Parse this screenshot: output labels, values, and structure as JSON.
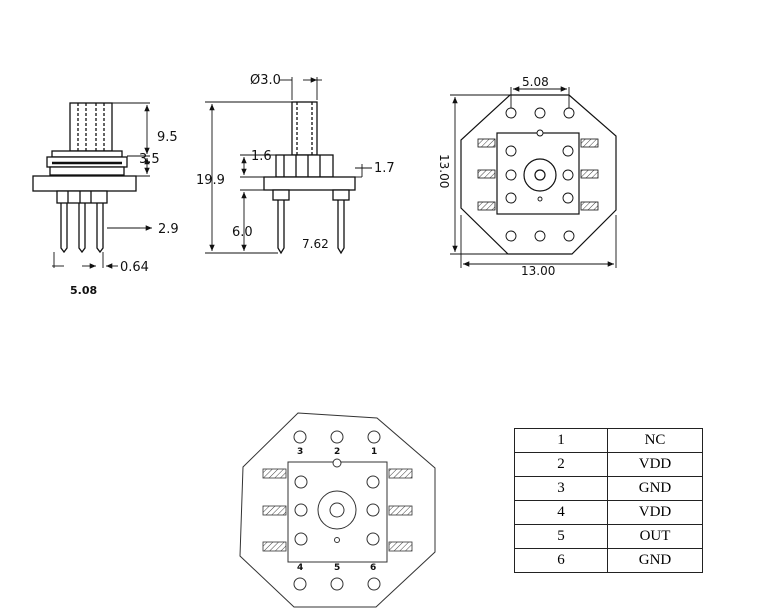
{
  "front_view": {
    "labels": {
      "d1": "9.5",
      "d2": "3.5",
      "d3": "2.9",
      "d4": "0.64",
      "d5": "5.08"
    }
  },
  "side_view": {
    "labels": {
      "dia": "Ø3.0",
      "d1": "1.6",
      "d2": "1.7",
      "d3": "19.9",
      "d4": "6.0",
      "d5": "7.62"
    }
  },
  "top_view": {
    "labels": {
      "top_pitch": "5.08",
      "height": "13.00",
      "width": "13.00"
    }
  },
  "pinout_view": {
    "pin_numbers": [
      "3",
      "2",
      "1",
      "4",
      "5",
      "6"
    ]
  },
  "pin_table": {
    "rows": [
      {
        "pin": "1",
        "function": "NC"
      },
      {
        "pin": "2",
        "function": "VDD"
      },
      {
        "pin": "3",
        "function": "GND"
      },
      {
        "pin": "4",
        "function": "VDD"
      },
      {
        "pin": "5",
        "function": "OUT"
      },
      {
        "pin": "6",
        "function": "GND"
      }
    ]
  }
}
